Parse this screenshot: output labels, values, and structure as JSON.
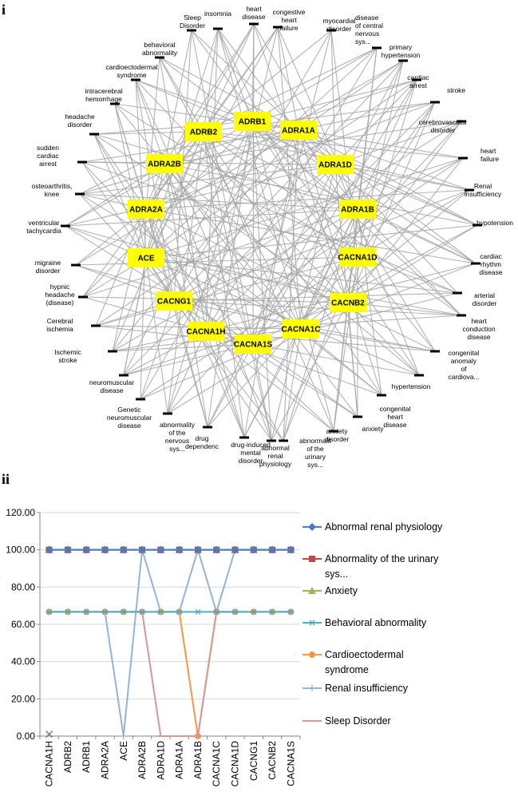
{
  "panels": {
    "network_label": "i",
    "chart_label": "ii"
  },
  "colors": {
    "gene_fill": "#ffff00",
    "edge": "#a6a6a6",
    "grid": "#d9d9d9",
    "axis": "#868686"
  },
  "network": {
    "genes": [
      "ADRB1",
      "ADRA1A",
      "ADRA1D",
      "ADRA1B",
      "CACNA1D",
      "CACNB2",
      "CACNA1C",
      "CACNA1S",
      "CACNA1H",
      "CACNG1",
      "ACE",
      "ADRA2A",
      "ADRA2B",
      "ADRB2"
    ],
    "diseases": [
      [
        "heart",
        "disease"
      ],
      [
        "congestive",
        "heart",
        "failure"
      ],
      [
        "myocardial",
        "disorder"
      ],
      [
        "disease",
        "of central",
        "nervous",
        "sys..."
      ],
      [
        "primary",
        "hypertension"
      ],
      [
        "cardiac",
        "arrest"
      ],
      [
        "stroke"
      ],
      [
        "cerebrovascular",
        "disorder"
      ],
      [
        "heart",
        "failure"
      ],
      [
        "Renal",
        "insufficiency"
      ],
      [
        "hypotension"
      ],
      [
        "cardiac",
        "rhythm",
        "disease"
      ],
      [
        "arterial",
        "disorder"
      ],
      [
        "heart",
        "conduction",
        "disease"
      ],
      [
        "congenital",
        "anomaly",
        "of",
        "cardiova..."
      ],
      [
        "hypertension"
      ],
      [
        "congenital",
        "heart",
        "disease"
      ],
      [
        "anxiety"
      ],
      [
        "anxiety",
        "disorder"
      ],
      [
        "abnormalit",
        "of the",
        "urinary",
        "sys..."
      ],
      [
        "abnormal",
        "renal",
        "physiology"
      ],
      [
        "drug-induced",
        "mental",
        "disorder"
      ],
      [
        "drug",
        "dependenc"
      ],
      [
        "abnormality",
        "of the",
        "nervous",
        "sys..."
      ],
      [
        "Genetic",
        "neuromuscular",
        "disease"
      ],
      [
        "neuromuscular",
        "disease"
      ],
      [
        "Ischemic",
        "stroke"
      ],
      [
        "Cerebral",
        "ischemia"
      ],
      [
        "hypnic",
        "headache",
        "(disease)"
      ],
      [
        "migraine",
        "disorder"
      ],
      [
        "ventricular",
        "tachycardia"
      ],
      [
        "osteoarthritis,",
        "knee"
      ],
      [
        "sudden",
        "cardiac",
        "arrest"
      ],
      [
        "headache",
        "disorder"
      ],
      [
        "intracerebral",
        "hemorrhage"
      ],
      [
        "cardioectodermal",
        "syndrome"
      ],
      [
        "behavioral",
        "abnormality"
      ],
      [
        "Sleep",
        "Disorder"
      ],
      [
        "insomnia"
      ]
    ]
  },
  "chart_data": {
    "type": "line",
    "categories": [
      "CACNA1H",
      "ADRB2",
      "ADRB1",
      "ADRA2A",
      "ACE",
      "ADRA2B",
      "ADRA1D",
      "ADRA1A",
      "ADRA1B",
      "CACNA1C",
      "CACNA1D",
      "CACNG1",
      "CACNB2",
      "CACNA1S"
    ],
    "ylim": [
      0,
      120
    ],
    "yticks": [
      "0.00",
      "20.00",
      "40.00",
      "60.00",
      "80.00",
      "100.00",
      "120.00"
    ],
    "grid": true,
    "legend_position": "right",
    "series": [
      {
        "name": "Abnormal renal physiology",
        "color": "#4a7ebb",
        "marker": "diamond",
        "values": [
          100,
          100,
          100,
          100,
          100,
          100,
          100,
          100,
          100,
          100,
          100,
          100,
          100,
          100
        ]
      },
      {
        "name": "Abnormality of the urinary sys...",
        "color": "#be4b48",
        "marker": "square",
        "values": [
          100,
          100,
          100,
          100,
          100,
          100,
          100,
          100,
          100,
          100,
          100,
          100,
          100,
          100
        ]
      },
      {
        "name": "Anxiety",
        "color": "#98b954",
        "marker": "triangle",
        "values": [
          100,
          100,
          100,
          100,
          100,
          100,
          100,
          100,
          100,
          100,
          100,
          100,
          100,
          100
        ]
      },
      {
        "name": "Behavioral abnormality",
        "color": "#4bacc6",
        "marker": "asterisk",
        "values": [
          66.67,
          66.67,
          66.67,
          66.67,
          66.67,
          66.67,
          66.67,
          66.67,
          66.67,
          66.67,
          66.67,
          66.67,
          66.67,
          66.67
        ]
      },
      {
        "name": "Cardioectodermal syndrome",
        "color": "#f79646",
        "marker": "circle",
        "values": [
          66.67,
          66.67,
          66.67,
          66.67,
          66.67,
          66.67,
          66.67,
          66.67,
          0,
          66.67,
          66.67,
          66.67,
          66.67,
          66.67
        ]
      },
      {
        "name": "Renal insufficiency",
        "color": "#95b3d7",
        "marker": "plus",
        "values": [
          66.67,
          66.67,
          66.67,
          66.67,
          0,
          100,
          66.67,
          66.67,
          100,
          66.67,
          100,
          100,
          100,
          100
        ]
      },
      {
        "name": "Sleep Disorder",
        "color": "#d99694",
        "marker": "dash",
        "values": [
          66.67,
          66.67,
          66.67,
          66.67,
          66.67,
          66.67,
          0,
          0,
          0,
          66.67,
          66.67,
          66.67,
          66.67,
          66.67
        ]
      }
    ],
    "extra_marker": {
      "category": "CACNA1H",
      "value": 1,
      "color": "#7f64a2",
      "marker": "x"
    }
  }
}
